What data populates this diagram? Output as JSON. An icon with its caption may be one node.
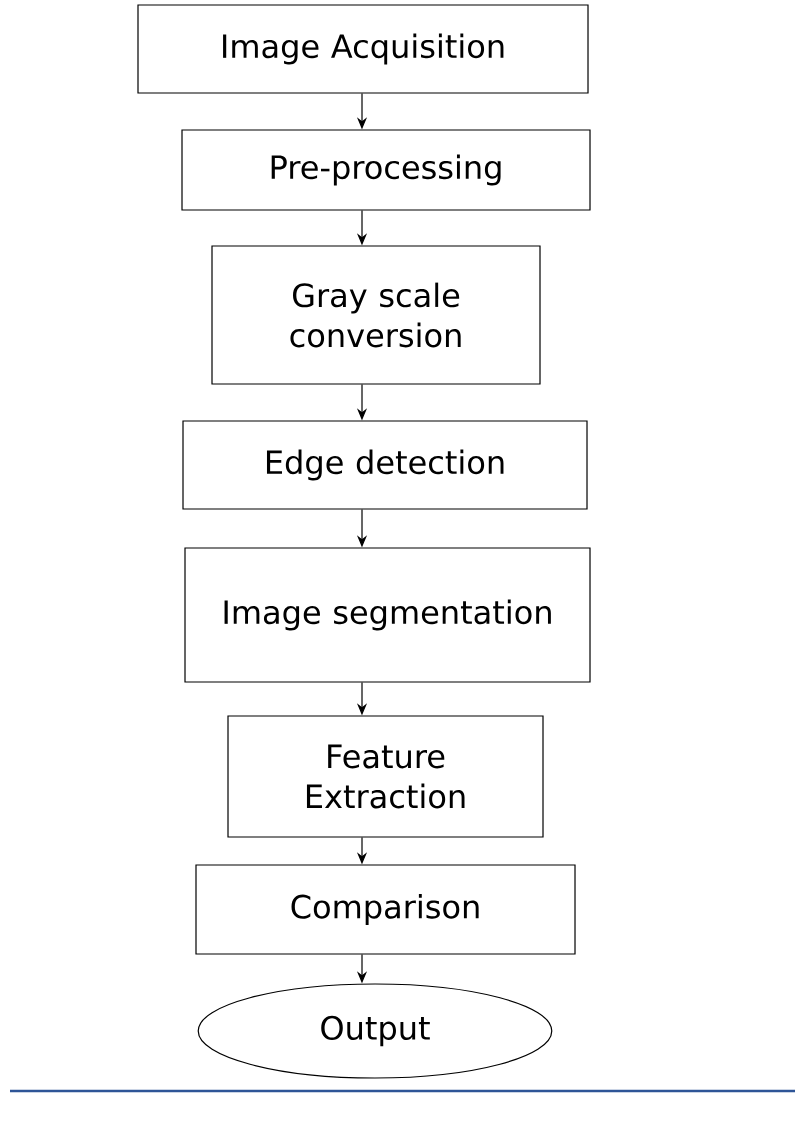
{
  "diagram": {
    "nodes": [
      {
        "text": [
          "Image Acquisition"
        ]
      },
      {
        "text": [
          "Pre-processing"
        ]
      },
      {
        "text": [
          "Gray scale conversion"
        ]
      },
      {
        "text": [
          "Edge detection"
        ]
      },
      {
        "text": [
          "Image segmentation"
        ]
      },
      {
        "text": [
          "Feature Extraction"
        ]
      },
      {
        "text": [
          "Comparison"
        ]
      },
      {
        "text": [
          "Output"
        ]
      }
    ],
    "edges": [
      {
        "from": 0,
        "to": 1,
        "arrow": "to"
      },
      {
        "from": 1,
        "to": 2,
        "arrow": "to"
      },
      {
        "from": 2,
        "to": 3,
        "arrow": "to"
      },
      {
        "from": 3,
        "to": 4,
        "arrow": "to"
      },
      {
        "from": 4,
        "to": 5,
        "arrow": "to"
      },
      {
        "from": 5,
        "to": 6,
        "arrow": "to"
      },
      {
        "from": 6,
        "to": 7,
        "arrow": "to"
      }
    ]
  }
}
